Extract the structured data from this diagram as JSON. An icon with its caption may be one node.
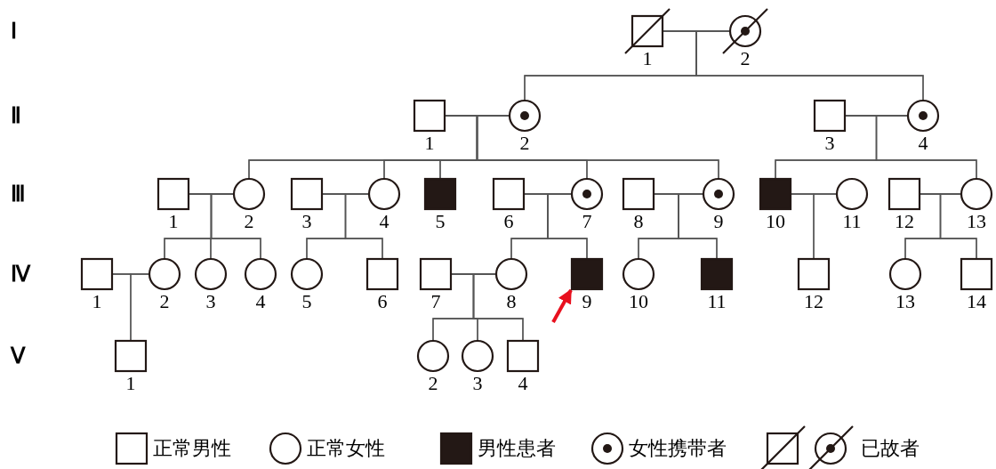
{
  "diagram": {
    "nodes": [
      {
        "text": [
          "1"
        ]
      },
      {
        "text": [
          "2"
        ]
      },
      {
        "text": [
          "1"
        ]
      },
      {
        "text": [
          "2"
        ]
      },
      {
        "text": [
          "3"
        ]
      },
      {
        "text": [
          "4"
        ]
      },
      {
        "text": [
          "1"
        ]
      },
      {
        "text": [
          "2"
        ]
      },
      {
        "text": [
          "3"
        ]
      },
      {
        "text": [
          "4"
        ]
      },
      {
        "text": [
          "5"
        ]
      },
      {
        "text": [
          "6"
        ]
      },
      {
        "text": [
          "7"
        ]
      },
      {
        "text": [
          "8"
        ]
      },
      {
        "text": [
          "9"
        ]
      },
      {
        "text": [
          "10"
        ]
      },
      {
        "text": [
          "11"
        ]
      },
      {
        "text": [
          "12"
        ]
      },
      {
        "text": [
          "13"
        ]
      },
      {
        "text": [
          "1"
        ]
      },
      {
        "text": [
          "2"
        ]
      },
      {
        "text": [
          "3"
        ]
      },
      {
        "text": [
          "4"
        ]
      },
      {
        "text": [
          "5"
        ]
      },
      {
        "text": [
          "6"
        ]
      },
      {
        "text": [
          "7"
        ]
      },
      {
        "text": [
          "8"
        ]
      },
      {
        "text": [
          "9"
        ]
      },
      {
        "text": [
          "10"
        ]
      },
      {
        "text": [
          "11"
        ]
      },
      {
        "text": [
          "12"
        ]
      },
      {
        "text": [
          "13"
        ]
      },
      {
        "text": [
          "14"
        ]
      },
      {
        "text": [
          "1"
        ]
      },
      {
        "text": [
          "2"
        ]
      },
      {
        "text": [
          "3"
        ]
      },
      {
        "text": [
          "4"
        ]
      }
    ],
    "edges": [
      {
        "from": 0,
        "to": 1,
        "arrow": "none"
      },
      {
        "from": 0,
        "to": 3,
        "arrow": "none"
      },
      {
        "from": 1,
        "to": 3,
        "arrow": "none"
      },
      {
        "from": 0,
        "to": 5,
        "arrow": "none"
      },
      {
        "from": 1,
        "to": 5,
        "arrow": "none"
      },
      {
        "from": 2,
        "to": 3,
        "arrow": "none"
      },
      {
        "from": 2,
        "to": 7,
        "arrow": "none"
      },
      {
        "from": 3,
        "to": 7,
        "arrow": "none"
      },
      {
        "from": 2,
        "to": 9,
        "arrow": "none"
      },
      {
        "from": 3,
        "to": 9,
        "arrow": "none"
      },
      {
        "from": 2,
        "to": 10,
        "arrow": "none"
      },
      {
        "from": 3,
        "to": 10,
        "arrow": "none"
      },
      {
        "from": 2,
        "to": 12,
        "arrow": "none"
      },
      {
        "from": 3,
        "to": 12,
        "arrow": "none"
      },
      {
        "from": 2,
        "to": 14,
        "arrow": "none"
      },
      {
        "from": 3,
        "to": 14,
        "arrow": "none"
      },
      {
        "from": 4,
        "to": 5,
        "arrow": "none"
      },
      {
        "from": 4,
        "to": 15,
        "arrow": "none"
      },
      {
        "from": 5,
        "to": 15,
        "arrow": "none"
      },
      {
        "from": 4,
        "to": 18,
        "arrow": "none"
      },
      {
        "from": 5,
        "to": 18,
        "arrow": "none"
      },
      {
        "from": 6,
        "to": 7,
        "arrow": "none"
      },
      {
        "from": 6,
        "to": 20,
        "arrow": "none"
      },
      {
        "from": 7,
        "to": 20,
        "arrow": "none"
      },
      {
        "from": 6,
        "to": 21,
        "arrow": "none"
      },
      {
        "from": 7,
        "to": 21,
        "arrow": "none"
      },
      {
        "from": 6,
        "to": 22,
        "arrow": "none"
      },
      {
        "from": 7,
        "to": 22,
        "arrow": "none"
      },
      {
        "from": 8,
        "to": 9,
        "arrow": "none"
      },
      {
        "from": 8,
        "to": 23,
        "arrow": "none"
      },
      {
        "from": 9,
        "to": 23,
        "arrow": "none"
      },
      {
        "from": 8,
        "to": 24,
        "arrow": "none"
      },
      {
        "from": 9,
        "to": 24,
        "arrow": "none"
      },
      {
        "from": 11,
        "to": 12,
        "arrow": "none"
      },
      {
        "from": 11,
        "to": 26,
        "arrow": "none"
      },
      {
        "from": 12,
        "to": 26,
        "arrow": "none"
      },
      {
        "from": 11,
        "to": 27,
        "arrow": "none"
      },
      {
        "from": 12,
        "to": 27,
        "arrow": "none"
      },
      {
        "from": 13,
        "to": 14,
        "arrow": "none"
      },
      {
        "from": 13,
        "to": 28,
        "arrow": "none"
      },
      {
        "from": 14,
        "to": 28,
        "arrow": "none"
      },
      {
        "from": 13,
        "to": 29,
        "arrow": "none"
      },
      {
        "from": 14,
        "to": 29,
        "arrow": "none"
      },
      {
        "from": 15,
        "to": 16,
        "arrow": "none"
      },
      {
        "from": 15,
        "to": 30,
        "arrow": "none"
      },
      {
        "from": 16,
        "to": 30,
        "arrow": "none"
      },
      {
        "from": 17,
        "to": 18,
        "arrow": "none"
      },
      {
        "from": 17,
        "to": 31,
        "arrow": "none"
      },
      {
        "from": 18,
        "to": 31,
        "arrow": "none"
      },
      {
        "from": 17,
        "to": 32,
        "arrow": "none"
      },
      {
        "from": 18,
        "to": 32,
        "arrow": "none"
      },
      {
        "from": 19,
        "to": 20,
        "arrow": "none"
      },
      {
        "from": 19,
        "to": 33,
        "arrow": "none"
      },
      {
        "from": 20,
        "to": 33,
        "arrow": "none"
      },
      {
        "from": 25,
        "to": 26,
        "arrow": "none"
      },
      {
        "from": 25,
        "to": 34,
        "arrow": "none"
      },
      {
        "from": 26,
        "to": 34,
        "arrow": "none"
      },
      {
        "from": 25,
        "to": 35,
        "arrow": "none"
      },
      {
        "from": 26,
        "to": 35,
        "arrow": "none"
      },
      {
        "from": 25,
        "to": 36,
        "arrow": "none"
      },
      {
        "from": 26,
        "to": 36,
        "arrow": "none"
      },
      {
        "from": null,
        "to": 27,
        "arrow": "to",
        "style": "thick",
        "color": "#e8101e"
      }
    ],
    "labels": [
      "Ⅰ",
      "Ⅱ",
      "Ⅲ",
      "Ⅳ",
      "Ⅴ"
    ],
    "legend": [
      {
        "text": "正常男性"
      },
      {
        "text": "正常女性"
      },
      {
        "text": "男性患者"
      },
      {
        "text": "女性携带者"
      },
      {
        "text": "已故者"
      }
    ]
  }
}
